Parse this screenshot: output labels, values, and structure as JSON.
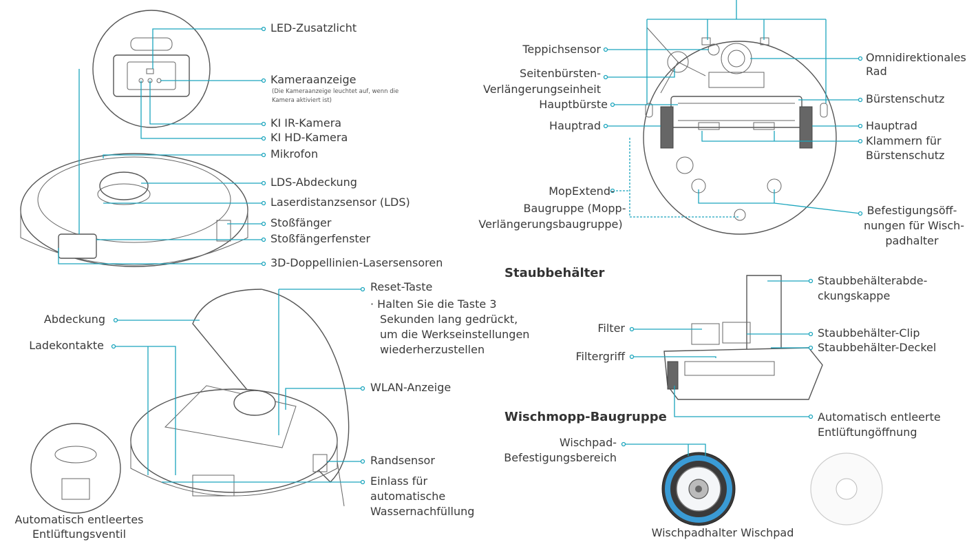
{
  "labels": {
    "led": "LED-Zusatzlicht",
    "kamera_anzeige": "Kameraanzeige",
    "kamera_note_1": "(Die Kameraanzeige leuchtet auf, wenn die",
    "kamera_note_2": "Kamera aktiviert ist)",
    "ki_ir": "KI IR-Kamera",
    "ki_hd": "KI HD-Kamera",
    "mikrofon": "Mikrofon",
    "lds_abdeckung": "LDS-Abdeckung",
    "lds": "Laserdistanzsensor (LDS)",
    "stossfaenger": "Stoßfänger",
    "stossfaengerfenster": "Stoßfängerfenster",
    "laser3d": "3D-Doppellinien-Lasersensoren",
    "teppichsensor": "Teppichsensor",
    "seitenbuersten_1": "Seitenbürsten-",
    "seitenbuersten_2": "Verlängerungseinheit",
    "hauptbuerste": "Hauptbürste",
    "hauptrad_left": "Hauptrad",
    "omni_1": "Omnidirektionales",
    "omni_2": "Rad",
    "buerstenschutz": "Bürstenschutz",
    "hauptrad_right": "Hauptrad",
    "klammern_1": "Klammern für",
    "klammern_2": "Bürstenschutz",
    "mopextend_1": "MopExtend-",
    "mopextend_2": "Baugruppe (Mopp-",
    "mopextend_3": "Verlängerungsbaugruppe)",
    "befestigung_1": "Befestigungsöff-",
    "befestigung_2": "nungen für Wisch-",
    "befestigung_3": "padhalter",
    "reset": "Reset-Taste",
    "reset_note_1": "· Halten Sie die Taste 3",
    "reset_note_2": "Sekunden lang gedrückt,",
    "reset_note_3": "um die Werkseinstellungen",
    "reset_note_4": "wiederherzustellen",
    "abdeckung": "Abdeckung",
    "ladekontakte": "Ladekontakte",
    "wlan": "WLAN-Anzeige",
    "randsensor": "Randsensor",
    "einlass_1": "Einlass für",
    "einlass_2": "automatische",
    "einlass_3": "Wassernachfüllung",
    "ventil_1": "Automatisch entleertes",
    "ventil_2": "Entlüftungsventil",
    "filter": "Filter",
    "filtergriff": "Filtergriff",
    "kappe_1": "Staubbehälterabde-",
    "kappe_2": "ckungskappe",
    "clip": "Staubbehälter-Clip",
    "deckel": "Staubbehälter-Deckel",
    "entlueftung_1": "Automatisch entleerte",
    "entlueftung_2": "Entlüftungöffnung",
    "wischpad_area_1": "Wischpad-",
    "wischpad_area_2": "Befestigungsbereich",
    "wischpad_caption": "Wischpadhalter Wischpad"
  },
  "headings": {
    "staubbehaelter": "Staubbehälter",
    "wischmopp": "Wischmopp-Baugruppe"
  },
  "colors": {
    "leader": "#1aa5bd",
    "mop_ring": "#3a9bd5"
  }
}
